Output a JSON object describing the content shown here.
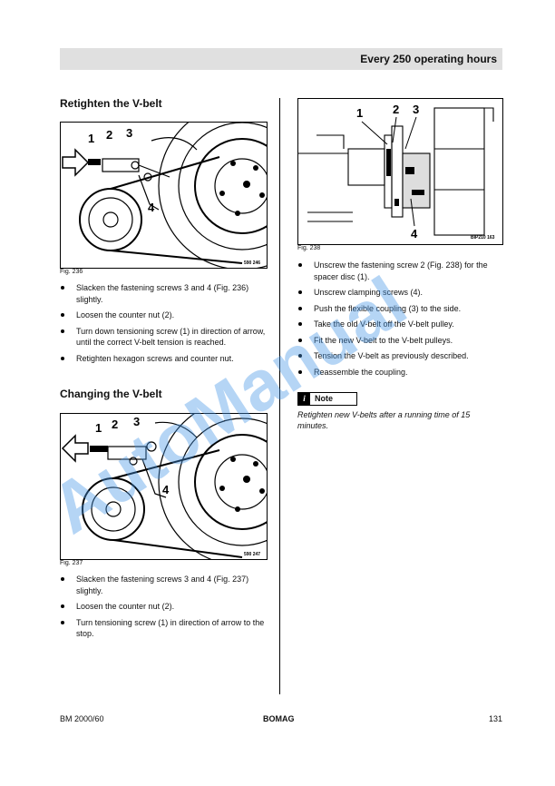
{
  "header": {
    "title": "Every 250 operating hours"
  },
  "left": {
    "section1": {
      "heading": "Retighten the V-belt",
      "fig_caption": "Fig. 236",
      "fig_code": "590 246",
      "labels": [
        "1",
        "2",
        "3",
        "4"
      ],
      "steps": [
        "Slacken the fastening screws 3 and 4 (Fig. 236) slightly.",
        "Loosen the counter nut (2).",
        "Turn down tensioning screw (1) in direction of arrow, until the correct V-belt tension is reached.",
        "Retighten hexagon screws and counter nut."
      ]
    },
    "section2": {
      "heading": "Changing the V-belt",
      "fig_caption": "Fig. 237",
      "fig_code": "590 247",
      "labels": [
        "1",
        "2",
        "3",
        "4"
      ],
      "steps": [
        "Slacken the fastening screws 3 and 4 (Fig. 237) slightly.",
        "Loosen the counter nut (2).",
        "Turn tensioning screw (1) in direction of arrow to the stop."
      ]
    }
  },
  "right": {
    "fig_caption": "Fig. 238",
    "fig_code": "BIP210 163",
    "labels": [
      "1",
      "2",
      "3",
      "4"
    ],
    "steps": [
      "Unscrew the fastening screw 2 (Fig. 238) for the spacer disc (1).",
      "Unscrew clamping screws (4).",
      "Push the flexible coupling (3) to the side.",
      "Take the old V-belt off the V-belt pulley.",
      "Fit the new V-belt to the V-belt pulleys.",
      "Tension the V-belt as previously described.",
      "Reassemble the coupling."
    ],
    "note": {
      "icon": "i",
      "label": "Note",
      "text": "Retighten new V-belts after a running time of 15 minutes."
    }
  },
  "footer": {
    "left": "BM 2000/60",
    "center": "BOMAG",
    "right": "131"
  },
  "watermark": "AutoManual"
}
